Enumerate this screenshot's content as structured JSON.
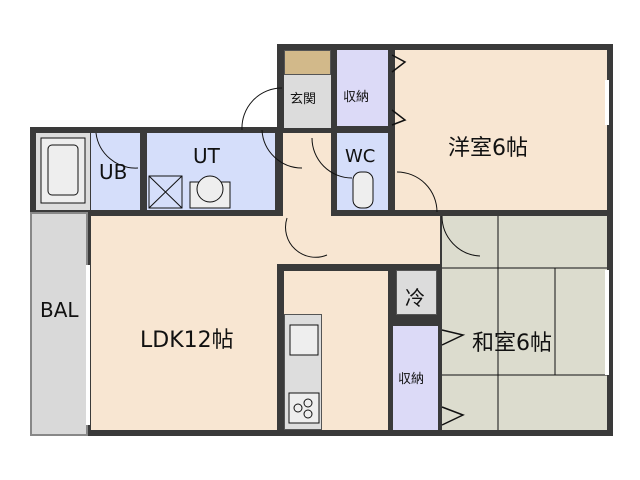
{
  "rooms": {
    "western": "洋室6帖",
    "japanese": "和室6帖",
    "ldk": "LDK12帖",
    "entrance": "玄関",
    "storage_upper": "収納",
    "storage_lower": "収納",
    "wc": "WC",
    "ub": "UB",
    "ut": "UT",
    "balcony": "BAL",
    "fridge": "冷"
  },
  "colors": {
    "wall": "#3a3a3a",
    "floor": "#f8e6d2",
    "wet": "#d5defa",
    "storage": "#dcdaf7",
    "tatami": "#dcdcce",
    "entrance": "#dcdcdc"
  }
}
